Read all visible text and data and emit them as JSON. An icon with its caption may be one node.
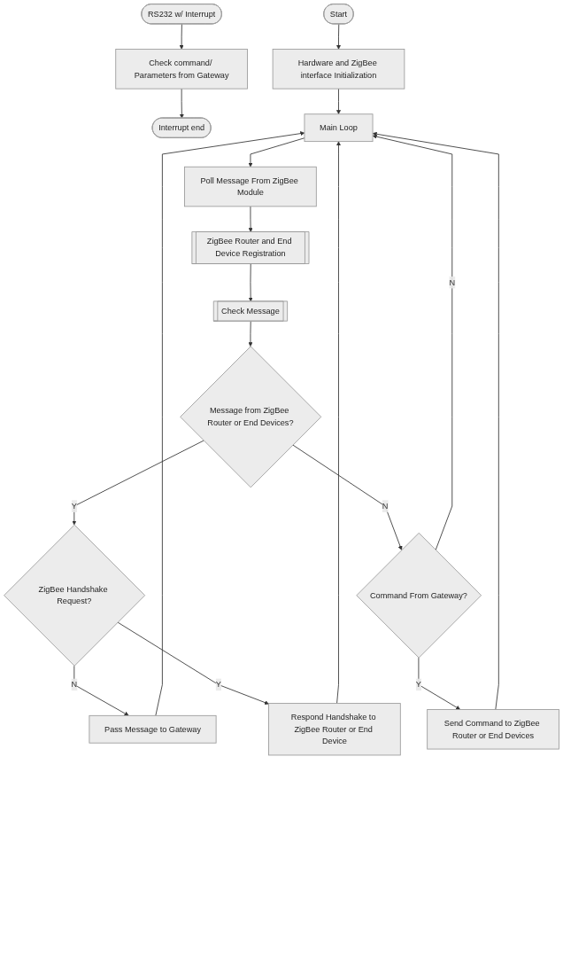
{
  "diagram": {
    "nodes": [
      {
        "text": [
          "Start"
        ]
      },
      {
        "text": [
          "Hardware and ZigBee interface Initialization"
        ]
      },
      {
        "text": [
          "RS232 w/ Interrupt"
        ]
      },
      {
        "text": [
          "Check command/ Parameters from Gateway"
        ]
      },
      {
        "text": [
          "Interrupt end"
        ]
      },
      {
        "text": [
          "Main Loop"
        ]
      },
      {
        "text": [
          "Poll Message From ZigBee Module"
        ]
      },
      {
        "text": [
          "ZigBee Router and End Device Registration"
        ]
      },
      {
        "text": [
          "Check Message"
        ]
      },
      {
        "text": [
          "Message from ZigBee Router or End Devices?"
        ]
      },
      {
        "text": [
          "ZigBee Handshake Request?"
        ]
      },
      {
        "text": [
          "Pass Message to Gateway"
        ]
      },
      {
        "text": [
          "Respond Handshake to ZigBee Router or End Device"
        ]
      },
      {
        "text": [
          "Command From Gateway?"
        ]
      },
      {
        "text": [
          "Send Command to ZigBee Router or End Devices"
        ]
      }
    ],
    "edges": [
      {
        "from": 0,
        "to": 1,
        "arrow": "to"
      },
      {
        "from": 1,
        "to": 5,
        "arrow": "to"
      },
      {
        "from": 2,
        "to": 3,
        "arrow": "to"
      },
      {
        "from": 3,
        "to": 4,
        "arrow": "to"
      },
      {
        "from": 5,
        "to": 6,
        "arrow": "to"
      },
      {
        "from": 6,
        "to": 7,
        "arrow": "to"
      },
      {
        "from": 7,
        "to": 8,
        "arrow": "to"
      },
      {
        "from": 8,
        "to": 9,
        "arrow": "to"
      },
      {
        "from": 9,
        "to": 10,
        "label": "Y",
        "arrow": "to"
      },
      {
        "from": 10,
        "to": 11,
        "label": "N",
        "arrow": "to"
      },
      {
        "from": 10,
        "to": 12,
        "label": "Y",
        "arrow": "to"
      },
      {
        "from": 9,
        "to": 13,
        "label": "N",
        "arrow": "to"
      },
      {
        "from": 13,
        "to": 14,
        "label": "Y",
        "arrow": "to"
      },
      {
        "from": 13,
        "to": 5,
        "label": "N",
        "arrow": "to"
      },
      {
        "from": 11,
        "to": 5,
        "arrow": "to"
      },
      {
        "from": 12,
        "to": 5,
        "arrow": "to"
      },
      {
        "from": 14,
        "to": 5,
        "arrow": "to"
      }
    ]
  }
}
